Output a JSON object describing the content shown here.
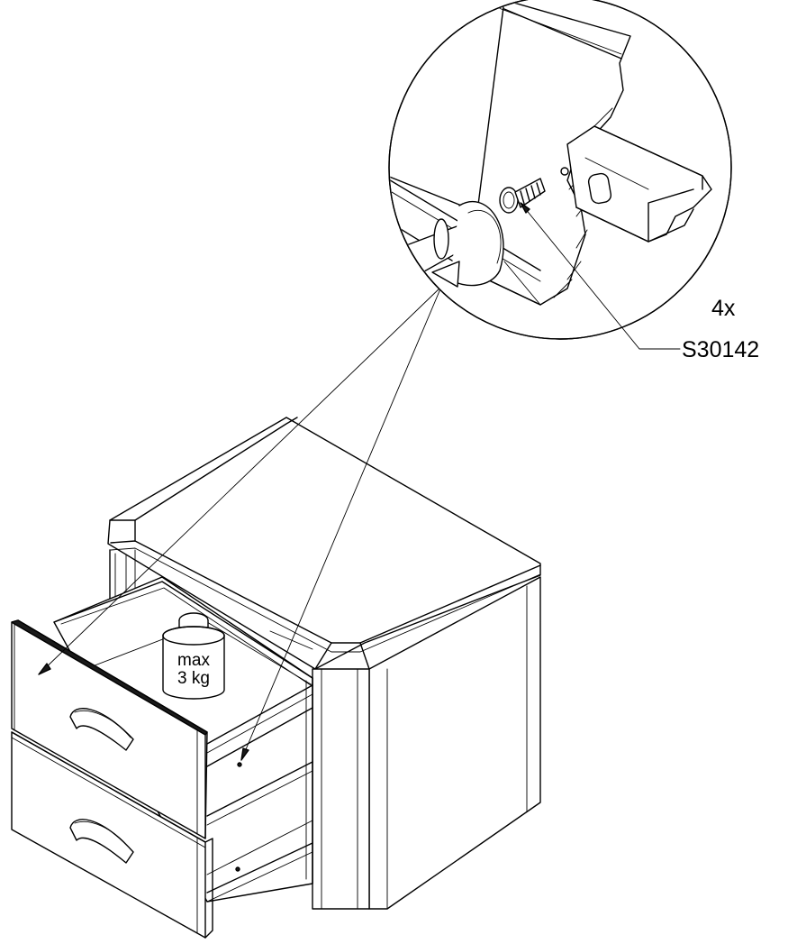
{
  "callout": {
    "quantity_label": "4x",
    "part_number": "S30142"
  },
  "weight": {
    "line1": "max",
    "line2": "3 kg"
  },
  "icons": [
    "screwdriver-icon",
    "screw-icon",
    "rotation-arrow-icon",
    "drawer-runner-icon",
    "weight-icon",
    "nightstand-icon"
  ]
}
